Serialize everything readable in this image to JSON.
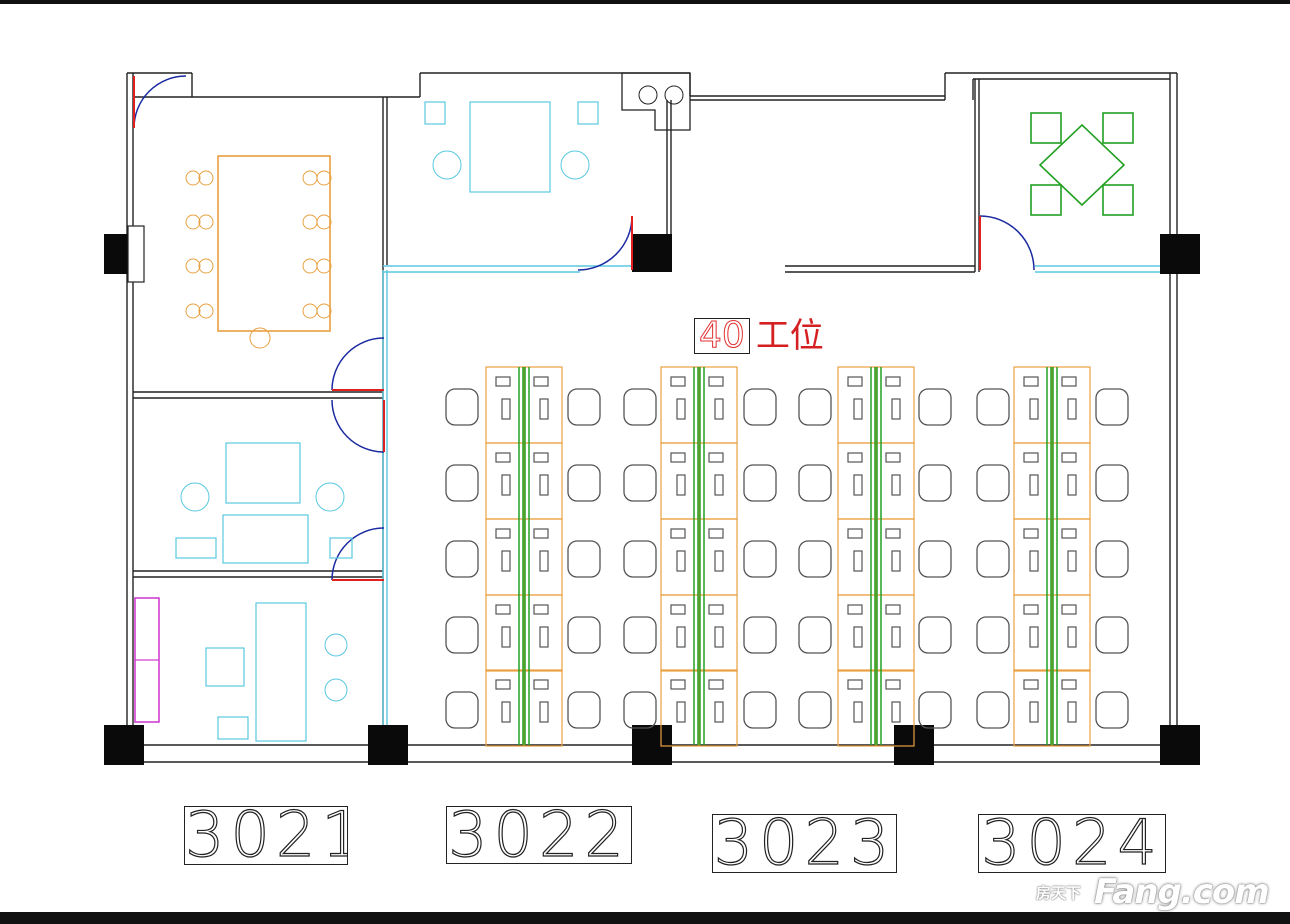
{
  "plan": {
    "workstation_count": "40",
    "workstation_label": "工位",
    "units": [
      "3021",
      "3022",
      "3023",
      "3024"
    ]
  },
  "watermark": {
    "cn": "房天下",
    "en": "Fang.com"
  },
  "colors": {
    "wall": "#222222",
    "orange": "#e8a040",
    "green": "#22a022",
    "cyan": "#5ac8e0",
    "red": "#e02020",
    "blue": "#1a2aa0",
    "magenta": "#d040d0",
    "gray": "#555555"
  }
}
